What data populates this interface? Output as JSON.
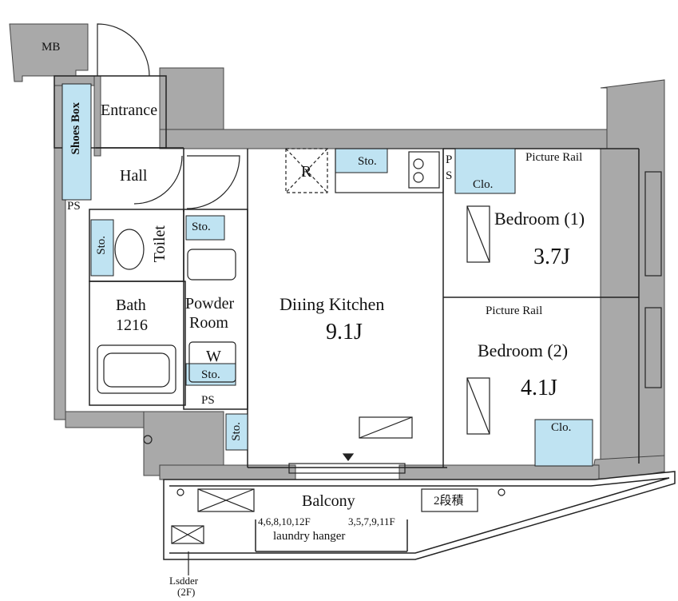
{
  "rooms": {
    "mb": "MB",
    "entrance": "Entrance",
    "shoes_box": "Shoes Box",
    "hall": "Hall",
    "ps_left": "PS",
    "toilet": "Toilet",
    "toilet_sto": "Sto.",
    "sto_small": "Sto.",
    "bath": "Bath",
    "bath_size": "1216",
    "powder_room_1": "Powder",
    "powder_room_2": "Room",
    "washer": "W",
    "washer_sto": "Sto.",
    "ps_bottom": "PS",
    "sto_bottom": "Sto.",
    "fridge": "R",
    "kitchen_sto": "Sto.",
    "ps_kitchen_1": "P",
    "ps_kitchen_2": "S",
    "dining_kitchen": "Diıing Kitchen",
    "dining_size": "9.1J",
    "bedroom1": "Bedroom (1)",
    "bedroom1_size": "3.7J",
    "bedroom1_clo": "Clo.",
    "picture_rail_1": "Picture Rail",
    "picture_rail_2": "Picture Rail",
    "bedroom2": "Bedroom (2)",
    "bedroom2_size": "4.1J",
    "bedroom2_clo": "Clo.",
    "balcony": "Balcony",
    "stack": "2段積",
    "hanger_floors_left": "4,6,8,10,12F",
    "hanger_floors_right": "3,5,7,9,11F",
    "laundry_hanger": "laundry  hanger",
    "ladder_1": "Lsdder",
    "ladder_2": "(2F)"
  },
  "colors": {
    "wall": "#a9a9a9",
    "storage": "#bfe3f2",
    "line": "#222222"
  }
}
